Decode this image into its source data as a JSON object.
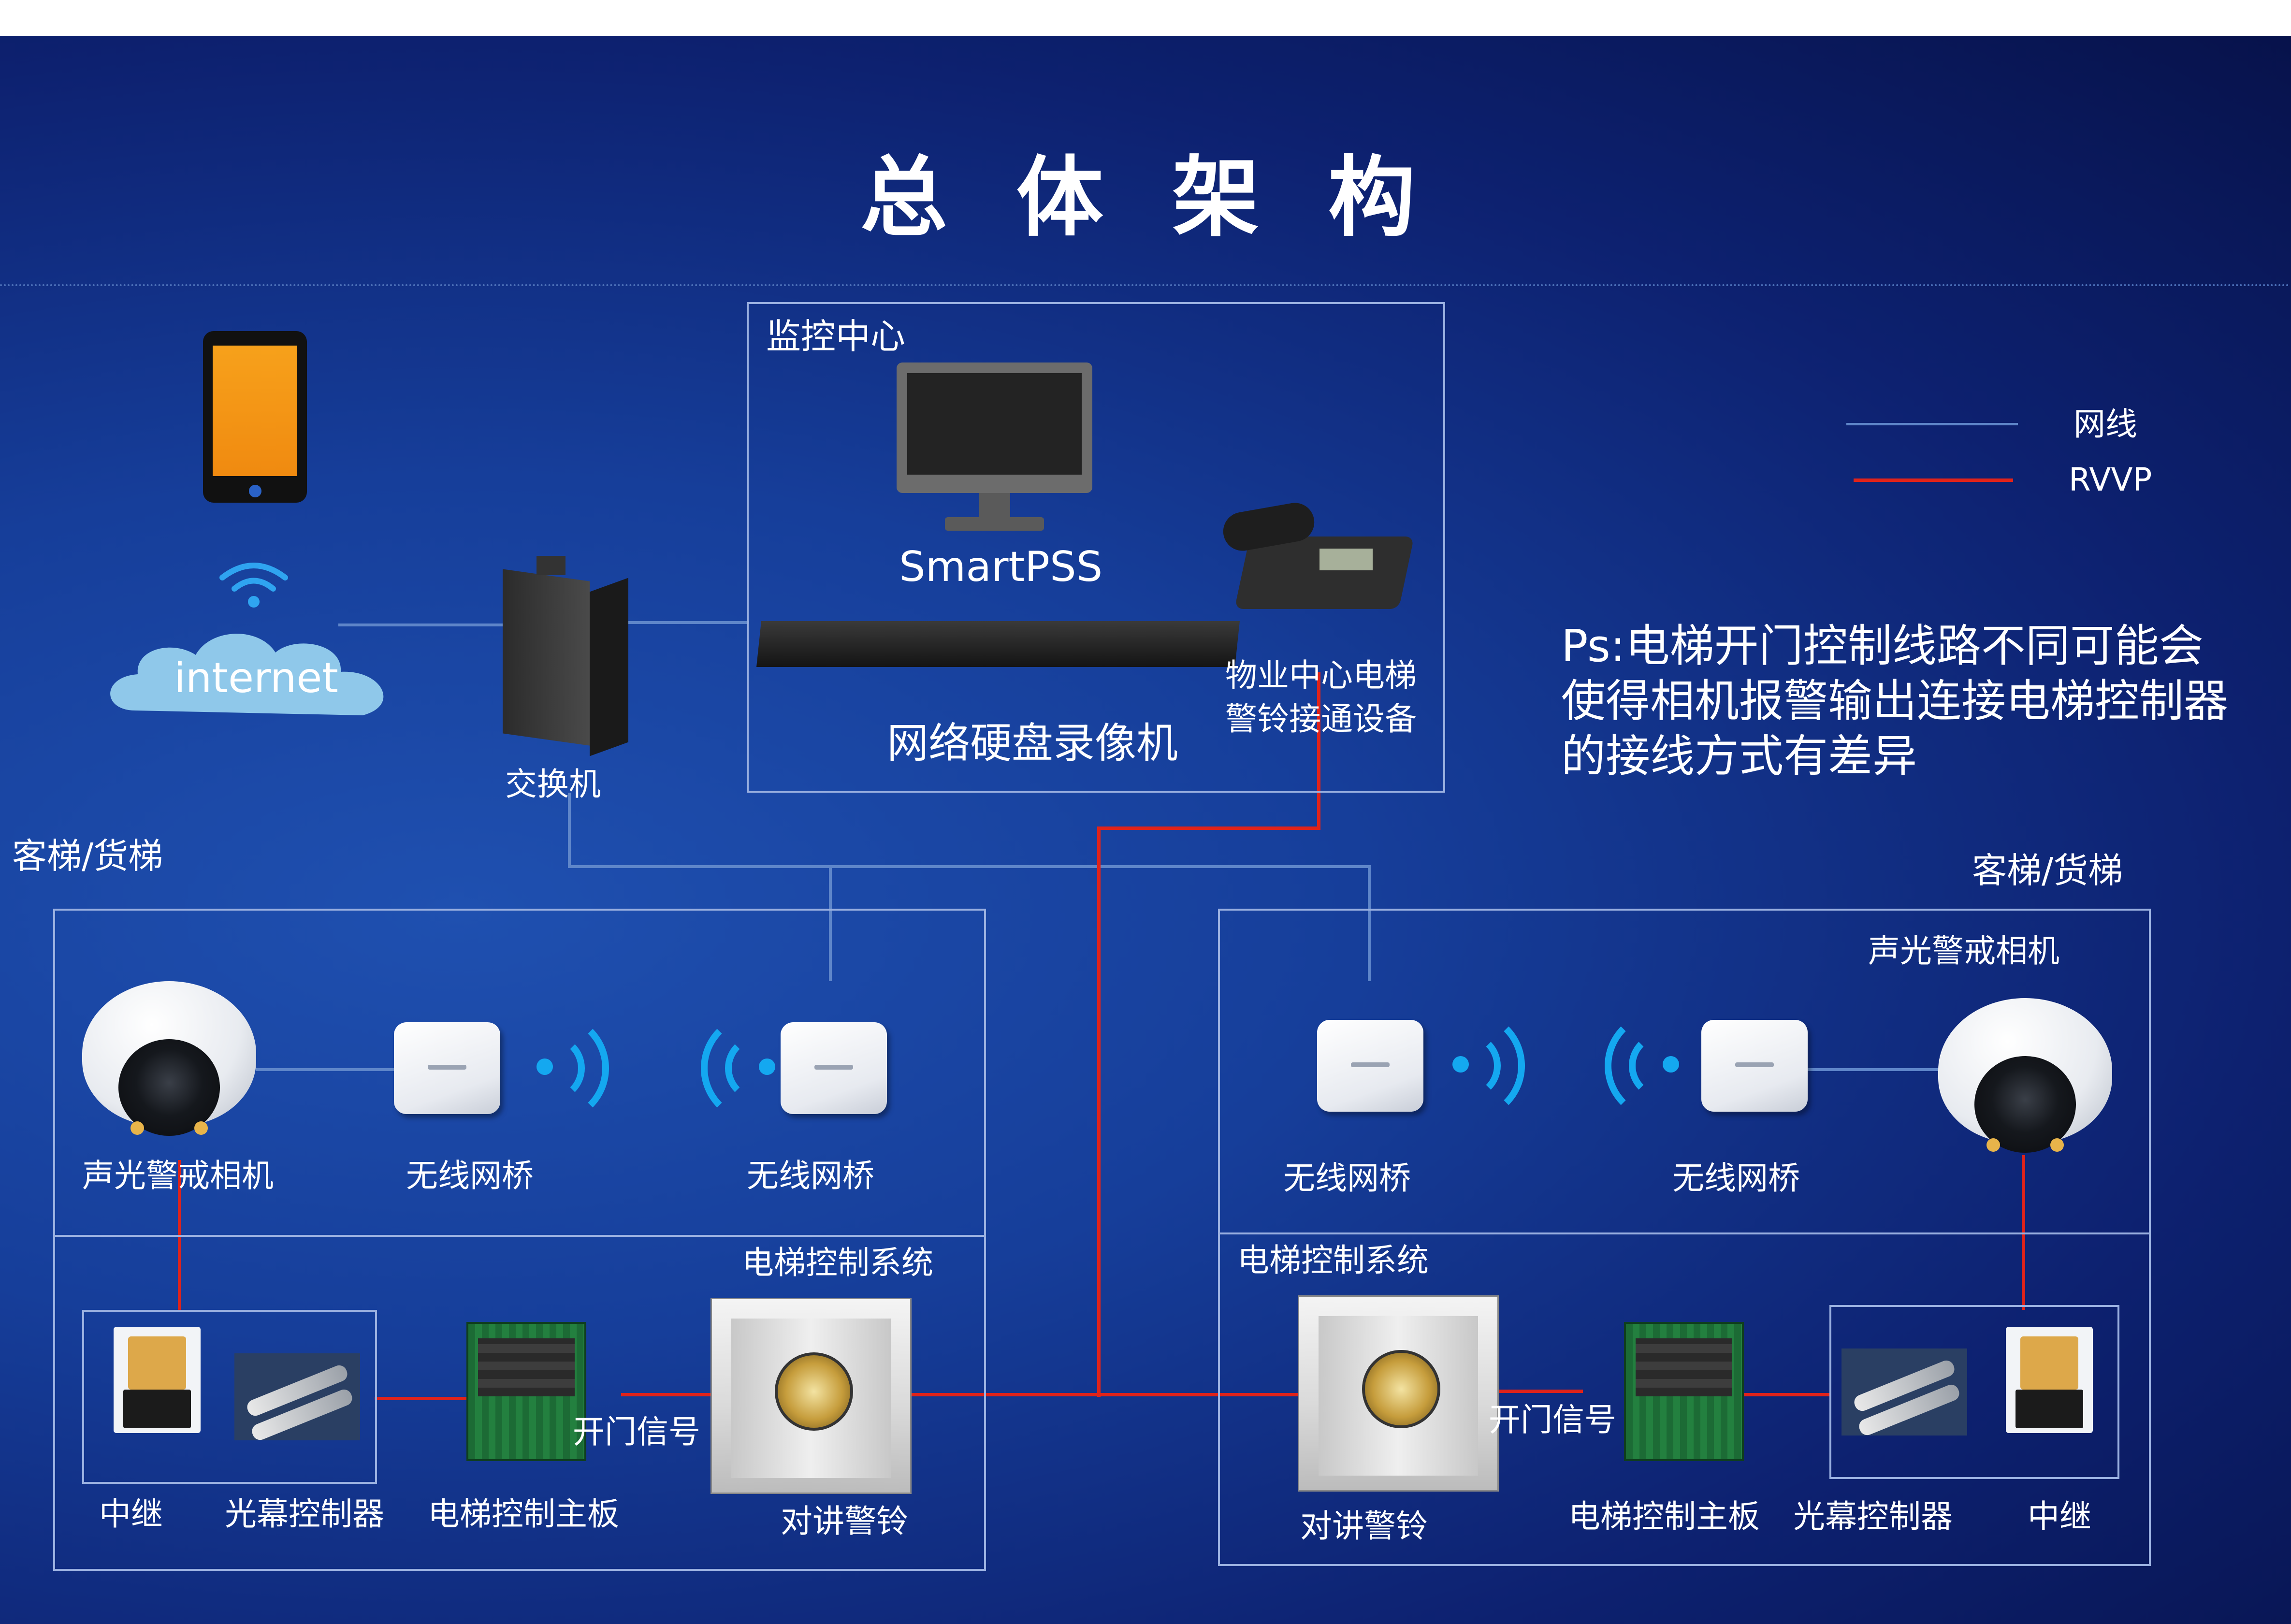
{
  "title": "总 体 架 构",
  "monitor_center": {
    "label": "监控中心",
    "software": "SmartPSS",
    "nvr_label": "网络硬盘录像机",
    "phone_label_line1": "物业中心电梯",
    "phone_label_line2": "警铃接通设备"
  },
  "network": {
    "cloud_label": "internet",
    "switch_label": "交换机"
  },
  "legend": {
    "items": [
      {
        "label": "网线",
        "color": "#5f86c9"
      },
      {
        "label": "RVVP",
        "color": "#e0231a"
      }
    ]
  },
  "note": {
    "line1": "Ps:电梯开门控制线路不同可能会",
    "line2": "使得相机报警输出连接电梯控制器",
    "line3": "的接线方式有差异"
  },
  "left_group": {
    "title": "客梯/货梯",
    "camera_label": "声光警戒相机",
    "bridge1_label": "无线网桥",
    "bridge2_label": "无线网桥",
    "control_system_title": "电梯控制系统",
    "relay_label": "中继",
    "curtain_label": "光幕控制器",
    "mainboard_label": "电梯控制主板",
    "signal_label": "开门信号",
    "intercom_label": "对讲警铃"
  },
  "right_group": {
    "title": "客梯/货梯",
    "camera_label": "声光警戒相机",
    "bridge1_label": "无线网桥",
    "bridge2_label": "无线网桥",
    "control_system_title": "电梯控制系统",
    "relay_label": "中继",
    "curtain_label": "光幕控制器",
    "mainboard_label": "电梯控制主板",
    "signal_label": "开门信号",
    "intercom_label": "对讲警铃"
  },
  "icons": {
    "phone": "smartphone-icon",
    "wifi": "wifi-icon",
    "cloud": "cloud-icon",
    "switch": "network-switch-icon",
    "monitor": "monitor-icon",
    "nvr": "nvr-icon",
    "desk_phone": "desk-phone-icon",
    "camera": "dome-camera-icon",
    "bridge": "wireless-bridge-icon",
    "relay": "relay-icon",
    "curtain": "light-curtain-icon",
    "board": "circuit-board-icon",
    "elevator": "elevator-icon"
  }
}
